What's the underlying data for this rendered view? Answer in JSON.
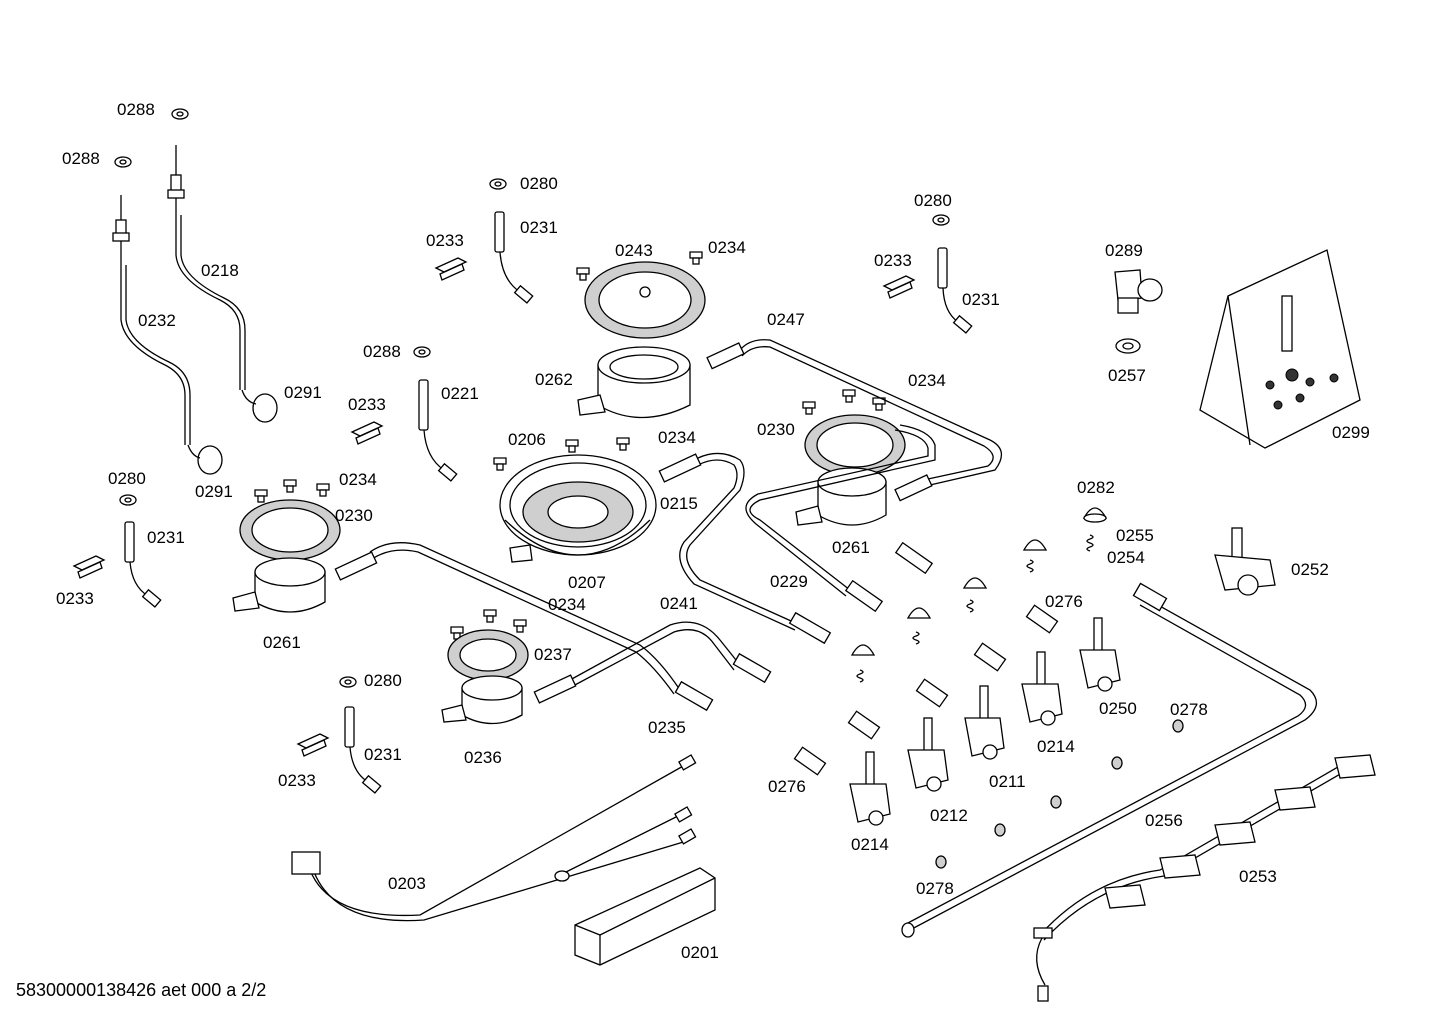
{
  "footer": {
    "code": "58300000138426 aet 000 a 2/2"
  },
  "labels": {
    "l0288_a": "0288",
    "l0288_b": "0288",
    "l0288_c": "0288",
    "l0218": "0218",
    "l0232": "0232",
    "l0291_a": "0291",
    "l0291_b": "0291",
    "l0280_a": "0280",
    "l0280_b": "0280",
    "l0280_c": "0280",
    "l0280_d": "0280",
    "l0231_a": "0231",
    "l0231_b": "0231",
    "l0231_c": "0231",
    "l0231_d": "0231",
    "l0233_a": "0233",
    "l0233_b": "0233",
    "l0233_c": "0233",
    "l0233_d": "0233",
    "l0233_e": "0233",
    "l0243": "0243",
    "l0234_a": "0234",
    "l0234_b": "0234",
    "l0234_c": "0234",
    "l0234_d": "0234",
    "l0234_e": "0234",
    "l0262": "0262",
    "l0221": "0221",
    "l0206": "0206",
    "l0207": "0207",
    "l0215": "0215",
    "l0247": "0247",
    "l0230_a": "0230",
    "l0230_b": "0230",
    "l0261_a": "0261",
    "l0261_b": "0261",
    "l0289": "0289",
    "l0257": "0257",
    "l0299": "0299",
    "l0282": "0282",
    "l0255": "0255",
    "l0254": "0254",
    "l0252": "0252",
    "l0229": "0229",
    "l0241": "0241",
    "l0237": "0237",
    "l0236": "0236",
    "l0235": "0235",
    "l0276_a": "0276",
    "l0276_b": "0276",
    "l0250": "0250",
    "l0278_a": "0278",
    "l0278_b": "0278",
    "l0214_a": "0214",
    "l0214_b": "0214",
    "l0211": "0211",
    "l0212": "0212",
    "l0256": "0256",
    "l0253": "0253",
    "l0203": "0203",
    "l0201": "0201"
  }
}
